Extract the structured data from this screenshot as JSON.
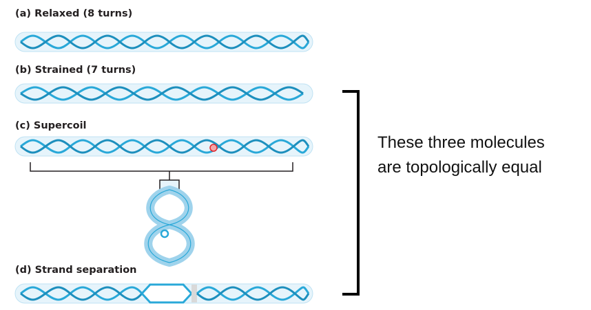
{
  "panels": [
    {
      "label": "(a) Relaxed (8 turns)"
    },
    {
      "label": "(b) Strained (7 turns)"
    },
    {
      "label": "(c) Supercoil"
    },
    {
      "label": "(d) Strand separation"
    }
  ],
  "caption": {
    "line1": "These three molecules",
    "line2": "are topologically equal"
  },
  "colors": {
    "helix_stroke": "#29a8d8",
    "helix_fill": "#e6f4fb",
    "tube": "#cfe9f6",
    "text": "#231f20",
    "bracket": "#000000",
    "marker": "#e2262c"
  }
}
